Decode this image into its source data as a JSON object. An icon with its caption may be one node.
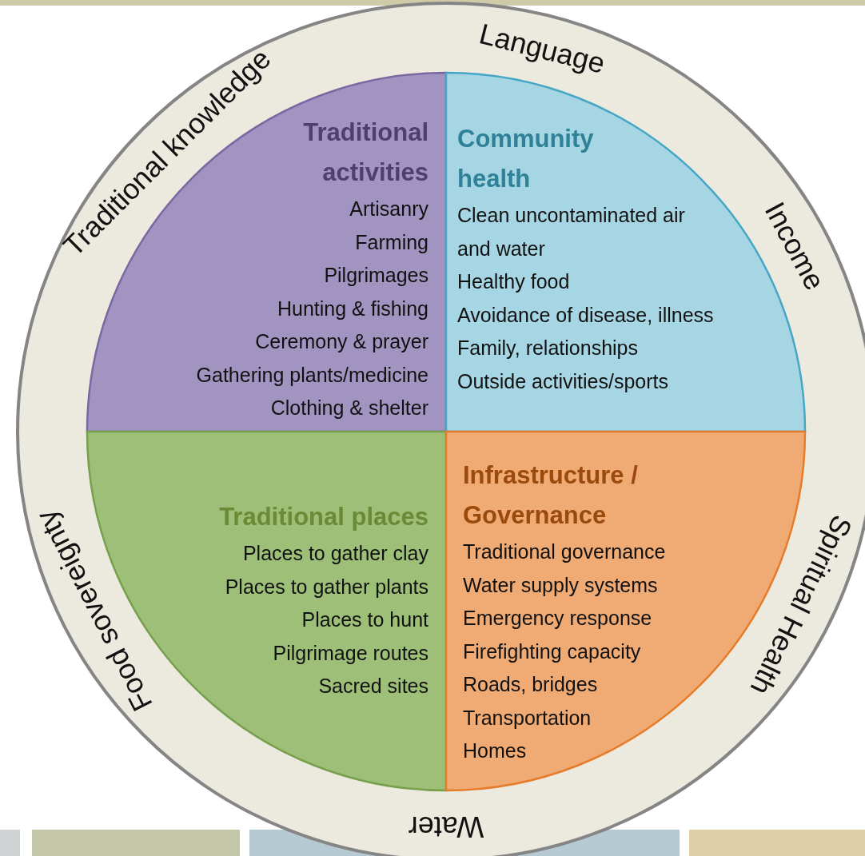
{
  "diagram": {
    "nodes": [
      {
        "text": [
          "Language",
          "Income",
          "Spiritual Health",
          "Water",
          "Food sovereignty",
          "Traditional knowledge"
        ]
      },
      {
        "text": [
          "Traditional activities",
          "Artisanry",
          "Farming",
          "Pilgrimages",
          "Hunting & fishing",
          "Ceremony & prayer",
          "Gathering plants/medicine",
          "Clothing & shelter"
        ],
        "in": 0
      },
      {
        "text": [
          "Community health",
          "Clean uncontaminated air and water",
          "Healthy food",
          "Avoidance of disease, illness",
          "Family, relationships",
          "Outside activities/sports"
        ],
        "in": 0
      },
      {
        "text": [
          "Traditional places",
          "Places to gather clay",
          "Places to gather plants",
          "Places to hunt",
          "Pilgrimage routes",
          "Sacred sites"
        ],
        "in": 0
      },
      {
        "text": [
          "Infrastructure / Governance",
          "Traditional governance",
          "Water supply systems",
          "Emergency response",
          "Firefighting capacity",
          "Roads, bridges",
          "Transportation",
          "Homes"
        ],
        "in": 0
      }
    ]
  }
}
